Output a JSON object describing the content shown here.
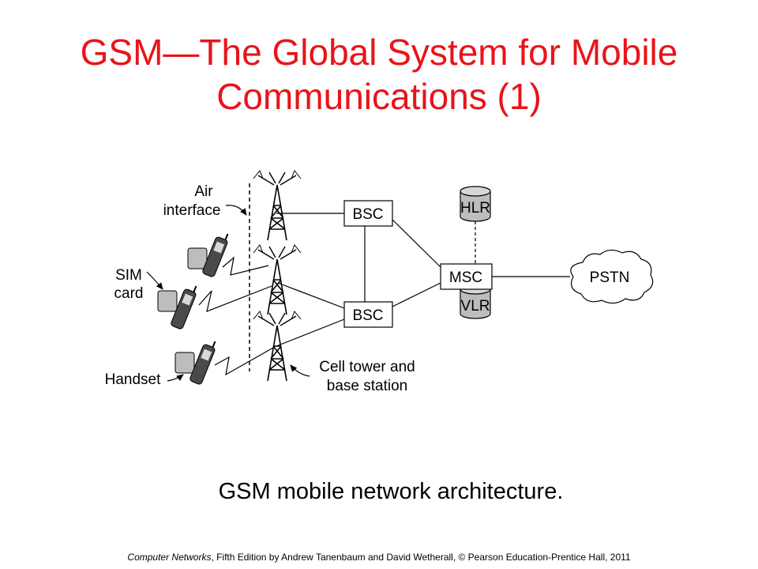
{
  "title": {
    "line1": "GSM—The Global System for Mobile",
    "line2": "Communications (1)"
  },
  "diagram": {
    "labels": {
      "air1": "Air",
      "air2": "interface",
      "sim1": "SIM",
      "sim2": "card",
      "handset": "Handset",
      "cell1": "Cell tower and",
      "cell2": "base station"
    },
    "nodes": {
      "bsc_top": "BSC",
      "bsc_bottom": "BSC",
      "msc": "MSC",
      "hlr": "HLR",
      "vlr": "VLR",
      "pstn": "PSTN"
    }
  },
  "caption": "GSM mobile network architecture.",
  "footer": {
    "book": "Computer Networks",
    "rest": ", Fifth Edition by Andrew Tanenbaum and David Wetherall, © Pearson Education-Prentice Hall, 2011"
  }
}
